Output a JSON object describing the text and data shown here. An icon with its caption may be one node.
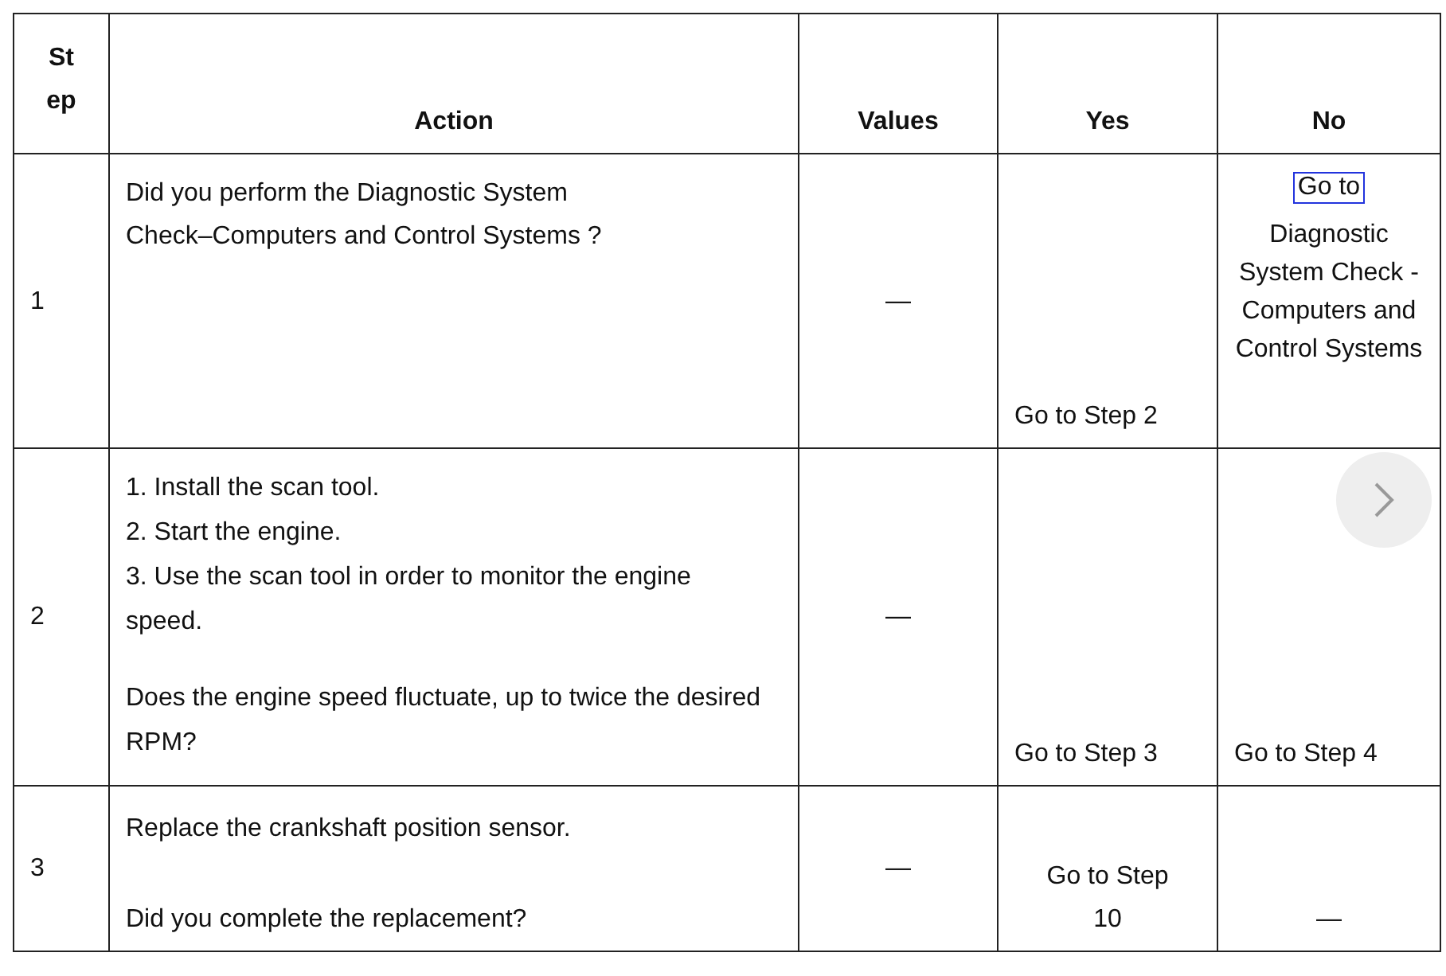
{
  "diagram": {
    "labels": [
      "Step",
      "Action",
      "Values",
      "Yes",
      "No",
      "1",
      "Did you perform the Diagnostic System Check–Computers and Control Systems ?",
      "—",
      "Go to Step 2",
      "Go to",
      "Diagnostic System Check - Computers and Control Systems",
      "2",
      "1.  Install the scan tool.",
      "2.  Start the engine.",
      "3.  Use the scan tool in order to monitor the engine speed.",
      "Does the engine speed fluctuate, up to twice the desired RPM?",
      "—",
      "Go to Step 3",
      "Go to Step 4",
      "3",
      "Replace the crankshaft position sensor.",
      "Did you complete the replacement?",
      "—",
      "Go to Step 10",
      "—"
    ]
  }
}
